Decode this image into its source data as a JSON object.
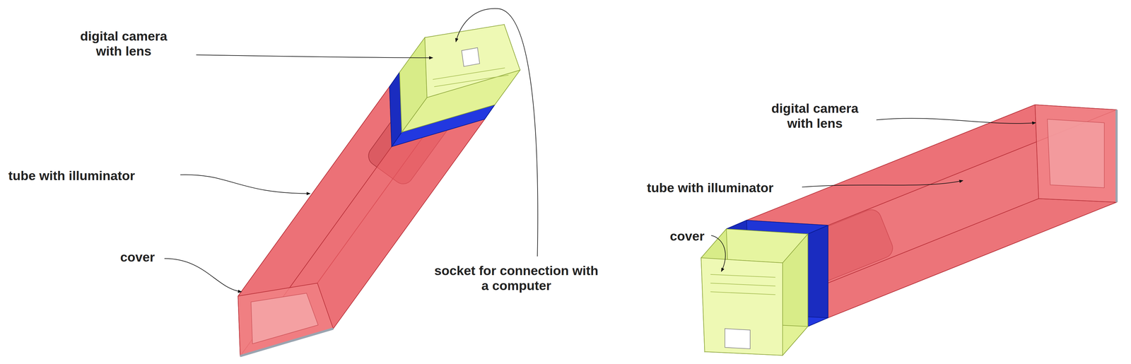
{
  "diagram": {
    "labels": [
      "digital camera with lens",
      "tube with illuminator",
      "cover",
      "socket for connection with a computer",
      "digital camera with lens",
      "tube with illuminator",
      "cover"
    ]
  }
}
